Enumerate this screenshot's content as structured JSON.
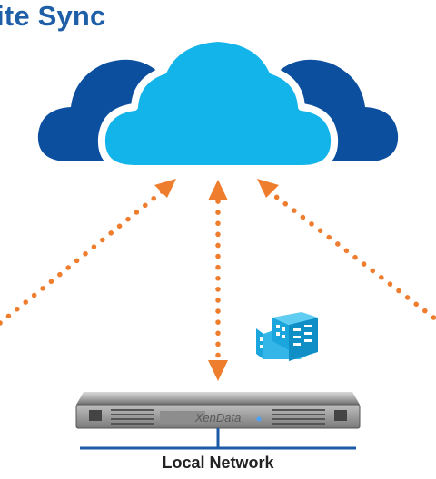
{
  "title": "ite Sync",
  "network_label": "Local Network",
  "server_brand": "XenData",
  "icons": [
    "cloud-icon",
    "office-building-icon",
    "server-icon"
  ],
  "colors": {
    "title": "#1f5fa8",
    "cloud_back": "#0b4f9e",
    "cloud_front": "#12b4ea",
    "cloud_outline": "#ffffff",
    "arrow": "#ef7d2e",
    "network_line": "#1a5aa6",
    "building": "#1aa6dc"
  }
}
